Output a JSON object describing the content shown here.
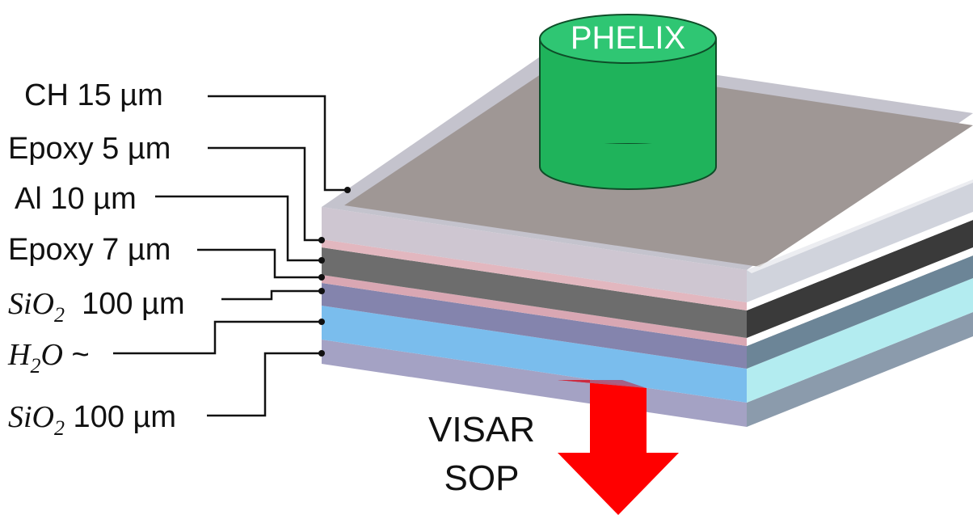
{
  "laser_label": "PHELIX",
  "diagnostics": {
    "line1": "VISAR",
    "line2": "SOP"
  },
  "layers": [
    {
      "id": "ch",
      "label": "CH 15  µm"
    },
    {
      "id": "epoxy1",
      "label": "Epoxy 5 µm"
    },
    {
      "id": "al",
      "label": "Al 10 µm"
    },
    {
      "id": "epoxy2",
      "label": "Epoxy 7 µm"
    },
    {
      "id": "sio2_top",
      "sym": "SiO",
      "sub": "2",
      "label": "  100 µm"
    },
    {
      "id": "h2o",
      "sym_h": "H",
      "sub": "2",
      "sym_o": "O",
      "label": " ~"
    },
    {
      "id": "sio2_bottom",
      "sym": "SiO",
      "sub": "2",
      "label": " 100 µm"
    }
  ],
  "colors": {
    "ch": "#c8c7d2",
    "epoxy": "#e3b5bd",
    "al": "#6c6c6c",
    "sio2": "#8a86b0",
    "h2o": "#7abced",
    "phelix": "#22b45c",
    "arrow": "#ff0000"
  }
}
